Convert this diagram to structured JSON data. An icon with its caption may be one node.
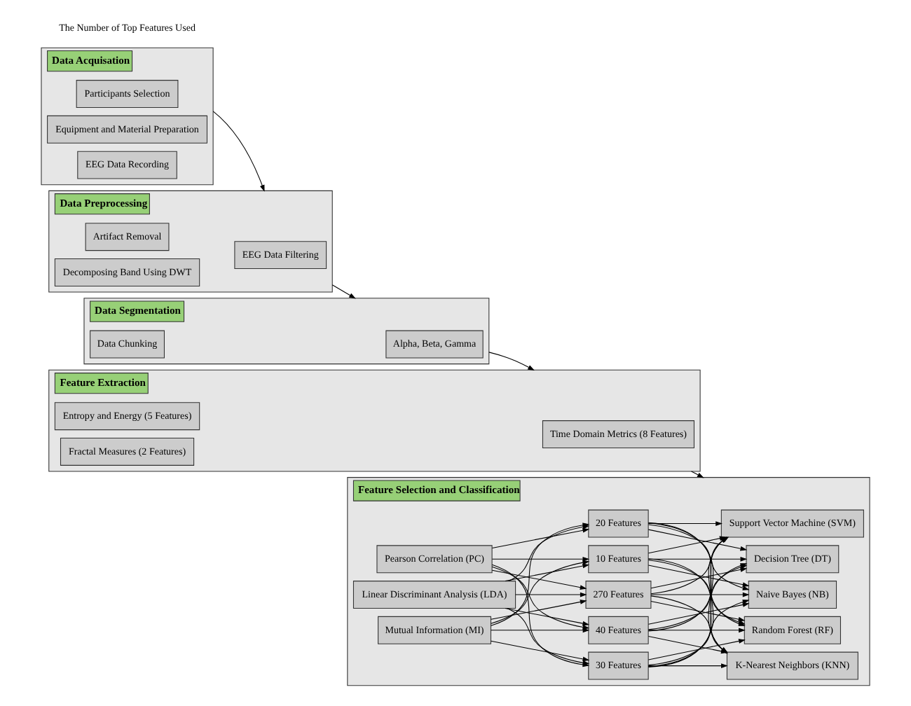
{
  "diagram": {
    "nodes": [
      {
        "text": [
          "Data Acquisation"
        ]
      },
      {
        "text": [
          "Participants Selection"
        ],
        "in": 0
      },
      {
        "text": [
          "Equipment and Material Preparation"
        ],
        "in": 0
      },
      {
        "text": [
          "EEG Data Recording"
        ],
        "in": 0
      },
      {
        "text": [
          "Data Preprocessing"
        ]
      },
      {
        "text": [
          "EEG Data Filtering"
        ],
        "in": 4
      },
      {
        "text": [
          "Artifact Removal"
        ],
        "in": 4
      },
      {
        "text": [
          "Decomposing Band Using DWT"
        ],
        "in": 4
      },
      {
        "text": [
          "Data Segmentation"
        ]
      },
      {
        "text": [
          "Alpha, Beta, Gamma"
        ],
        "in": 8
      },
      {
        "text": [
          "Data Chunking"
        ],
        "in": 8
      },
      {
        "text": [
          "Feature Extraction"
        ]
      },
      {
        "text": [
          "Time Domain Metrics (8 Features)"
        ],
        "in": 11
      },
      {
        "text": [
          "Entropy and Energy (5 Features)"
        ],
        "in": 11
      },
      {
        "text": [
          "Fractal Measures (2 Features)"
        ],
        "in": 11
      },
      {
        "text": [
          "Feature Selection and Classification"
        ]
      },
      {
        "text": [
          "Support Vector Machine (SVM)"
        ],
        "in": 15
      },
      {
        "text": [
          "K-Nearest Neighbors (KNN)"
        ],
        "in": 15
      },
      {
        "text": [
          "Random Forest (RF)"
        ],
        "in": 15
      },
      {
        "text": [
          "Naive Bayes (NB)"
        ],
        "in": 15
      },
      {
        "text": [
          "Decision Tree (DT)"
        ],
        "in": 15
      },
      {
        "text": [
          "10 Features"
        ],
        "in": 15
      },
      {
        "text": [
          "20 Features"
        ],
        "in": 15
      },
      {
        "text": [
          "30 Features"
        ],
        "in": 15
      },
      {
        "text": [
          "40 Features"
        ],
        "in": 15
      },
      {
        "text": [
          "270 Features"
        ],
        "in": 15
      },
      {
        "text": [
          "Pearson Correlation (PC)"
        ],
        "in": 15
      },
      {
        "text": [
          "Linear Discriminant Analysis (LDA)"
        ],
        "in": 15
      },
      {
        "text": [
          "Mutual Information (MI)"
        ],
        "in": 15
      }
    ],
    "edges": [
      {
        "from": 0,
        "to": 4,
        "arrow": "to"
      },
      {
        "from": 4,
        "to": 8,
        "arrow": "to"
      },
      {
        "from": 8,
        "to": 11,
        "arrow": "to"
      },
      {
        "from": 11,
        "to": 15,
        "arrow": "to"
      },
      {
        "from": 26,
        "to": 21,
        "arrow": "to"
      },
      {
        "from": 26,
        "to": 22,
        "arrow": "to"
      },
      {
        "from": 26,
        "to": 23,
        "arrow": "to"
      },
      {
        "from": 26,
        "to": 24,
        "arrow": "to"
      },
      {
        "from": 26,
        "to": 25,
        "arrow": "to"
      },
      {
        "from": 27,
        "to": 21,
        "arrow": "to"
      },
      {
        "from": 27,
        "to": 22,
        "arrow": "to"
      },
      {
        "from": 27,
        "to": 23,
        "arrow": "to"
      },
      {
        "from": 27,
        "to": 24,
        "arrow": "to"
      },
      {
        "from": 27,
        "to": 25,
        "arrow": "to"
      },
      {
        "from": 28,
        "to": 21,
        "arrow": "to"
      },
      {
        "from": 28,
        "to": 22,
        "arrow": "to"
      },
      {
        "from": 28,
        "to": 23,
        "arrow": "to"
      },
      {
        "from": 28,
        "to": 24,
        "arrow": "to"
      },
      {
        "from": 28,
        "to": 25,
        "arrow": "to"
      },
      {
        "from": 21,
        "to": 16,
        "arrow": "to"
      },
      {
        "from": 21,
        "to": 17,
        "arrow": "to"
      },
      {
        "from": 21,
        "to": 18,
        "arrow": "to"
      },
      {
        "from": 21,
        "to": 19,
        "arrow": "to"
      },
      {
        "from": 21,
        "to": 20,
        "arrow": "to"
      },
      {
        "from": 22,
        "to": 16,
        "arrow": "to"
      },
      {
        "from": 22,
        "to": 17,
        "arrow": "to"
      },
      {
        "from": 22,
        "to": 18,
        "arrow": "to"
      },
      {
        "from": 22,
        "to": 19,
        "arrow": "to"
      },
      {
        "from": 22,
        "to": 20,
        "arrow": "to"
      },
      {
        "from": 23,
        "to": 16,
        "arrow": "to"
      },
      {
        "from": 23,
        "to": 17,
        "arrow": "to"
      },
      {
        "from": 23,
        "to": 18,
        "arrow": "to"
      },
      {
        "from": 23,
        "to": 19,
        "arrow": "to"
      },
      {
        "from": 23,
        "to": 20,
        "arrow": "to"
      },
      {
        "from": 24,
        "to": 16,
        "arrow": "to"
      },
      {
        "from": 24,
        "to": 17,
        "arrow": "to"
      },
      {
        "from": 24,
        "to": 18,
        "arrow": "to"
      },
      {
        "from": 24,
        "to": 19,
        "arrow": "to"
      },
      {
        "from": 24,
        "to": 20,
        "arrow": "to"
      },
      {
        "from": 25,
        "to": 16,
        "arrow": "to"
      },
      {
        "from": 25,
        "to": 17,
        "arrow": "to"
      },
      {
        "from": 25,
        "to": 18,
        "arrow": "to"
      },
      {
        "from": 25,
        "to": 19,
        "arrow": "to"
      },
      {
        "from": 25,
        "to": 20,
        "arrow": "to"
      }
    ],
    "labels": [
      "The Number of Top Features Used"
    ]
  }
}
